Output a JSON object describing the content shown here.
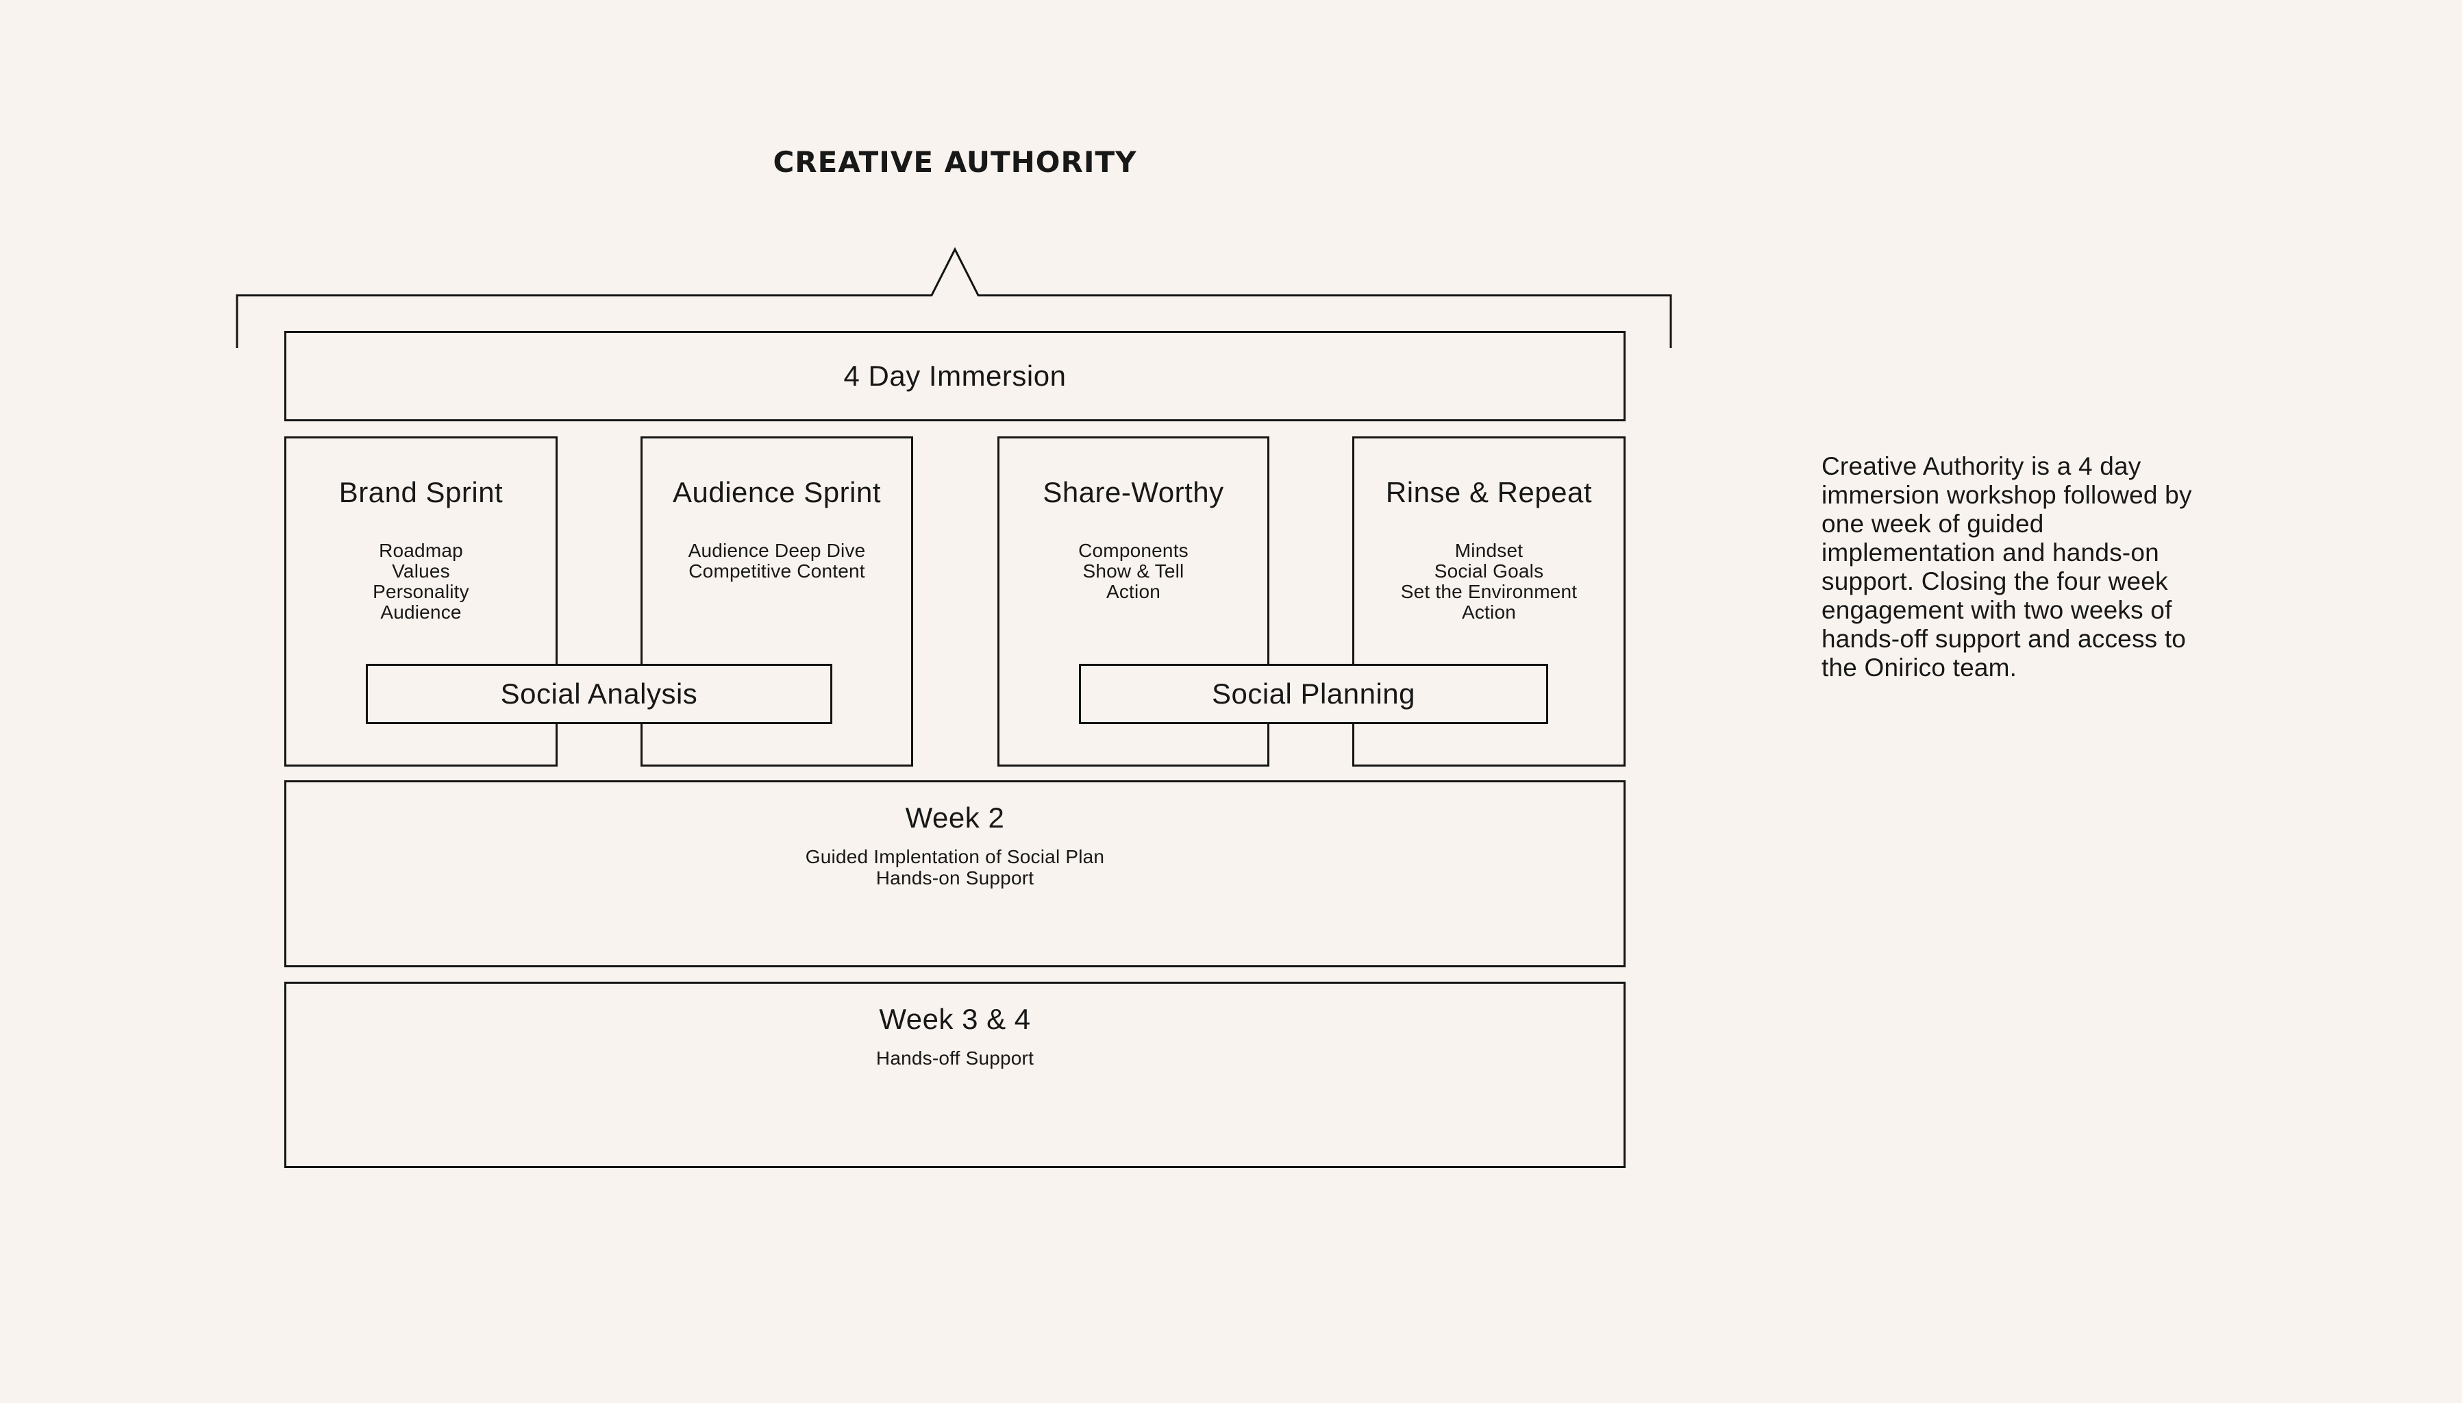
{
  "colors": {
    "background": "#f8f3ee",
    "line": "#141414",
    "text": "#181818"
  },
  "title": "CREATIVE AUTHORITY",
  "diagram": {
    "immersion_box": {
      "label": "4 Day Immersion"
    },
    "sprints": [
      {
        "title": "Brand Sprint",
        "items": [
          "Roadmap",
          "Values",
          "Personality",
          "Audience"
        ]
      },
      {
        "title": "Audience Sprint",
        "items": [
          "Audience Deep Dive",
          "Competitive Content"
        ]
      },
      {
        "title": "Share-Worthy",
        "items": [
          "Components",
          "Show & Tell",
          "Action"
        ]
      },
      {
        "title": "Rinse & Repeat",
        "items": [
          "Mindset",
          "Social Goals",
          "Set the Environment",
          "Action"
        ]
      }
    ],
    "overlays": [
      {
        "label": "Social Analysis"
      },
      {
        "label": "Social Planning"
      }
    ],
    "weeks": [
      {
        "title": "Week 2",
        "items": [
          "Guided Implentation of Social Plan",
          "Hands-on Support"
        ]
      },
      {
        "title": "Week 3 & 4",
        "items": [
          "Hands-off Support"
        ]
      }
    ]
  },
  "description": "Creative Authority is a 4 day\nimmersion workshop followed by\none week of guided\nimplementation and hands-on\nsupport. Closing the four week\nengagement with two weeks of\nhands-off support and access to\nthe Onirico team."
}
